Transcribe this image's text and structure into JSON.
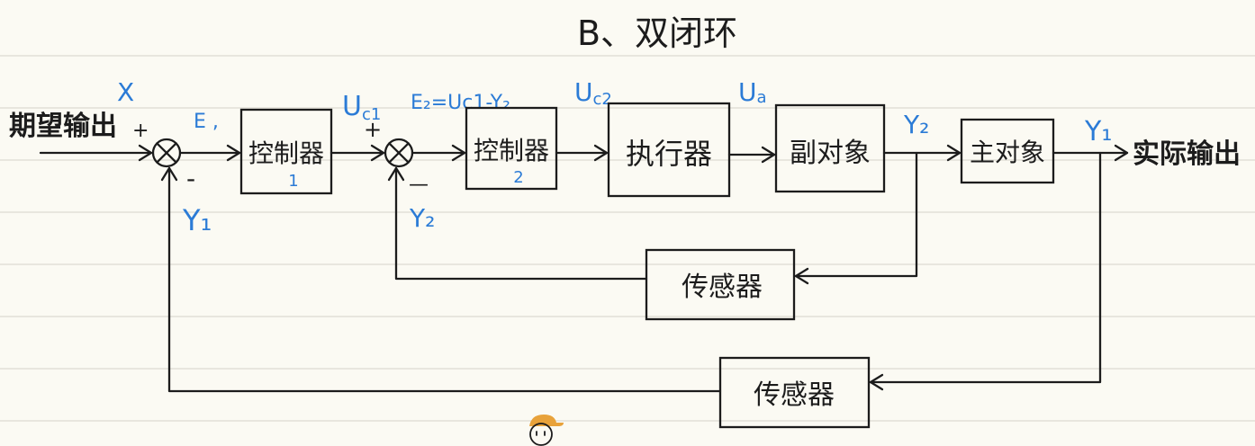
{
  "title": "B、双闭环",
  "labels": {
    "input": "期望输出",
    "output": "实际输出",
    "plus_junction1": "+",
    "minus_junction1": "-",
    "plus_junction2": "+",
    "minus_junction2": "—"
  },
  "blocks": {
    "controller1": "控制器",
    "controller1_index": "1",
    "controller2": "控制器",
    "controller2_index": "2",
    "actuator": "执行器",
    "secondary_object": "副对象",
    "primary_object": "主对象",
    "sensor_inner": "传感器",
    "sensor_outer": "传感器"
  },
  "signals": {
    "x": "X",
    "e1": "E ,",
    "y1_feedback": "Y₁",
    "uc1": {
      "main": "U",
      "sub": "c1"
    },
    "e2": "E₂=Uc1-Y₂",
    "y2_feedback": "Y₂",
    "uc2": {
      "main": "U",
      "sub": "c2"
    },
    "ua": {
      "main": "U",
      "sub": "a"
    },
    "y2_out": "Y₂",
    "y1_out": "Y₁"
  },
  "colors": {
    "ink": "#1c1c1c",
    "annotation": "#2b7bd6",
    "paper": "#fbfaf3",
    "rule": "#e1e0d8",
    "cap": "#e8a23a"
  }
}
